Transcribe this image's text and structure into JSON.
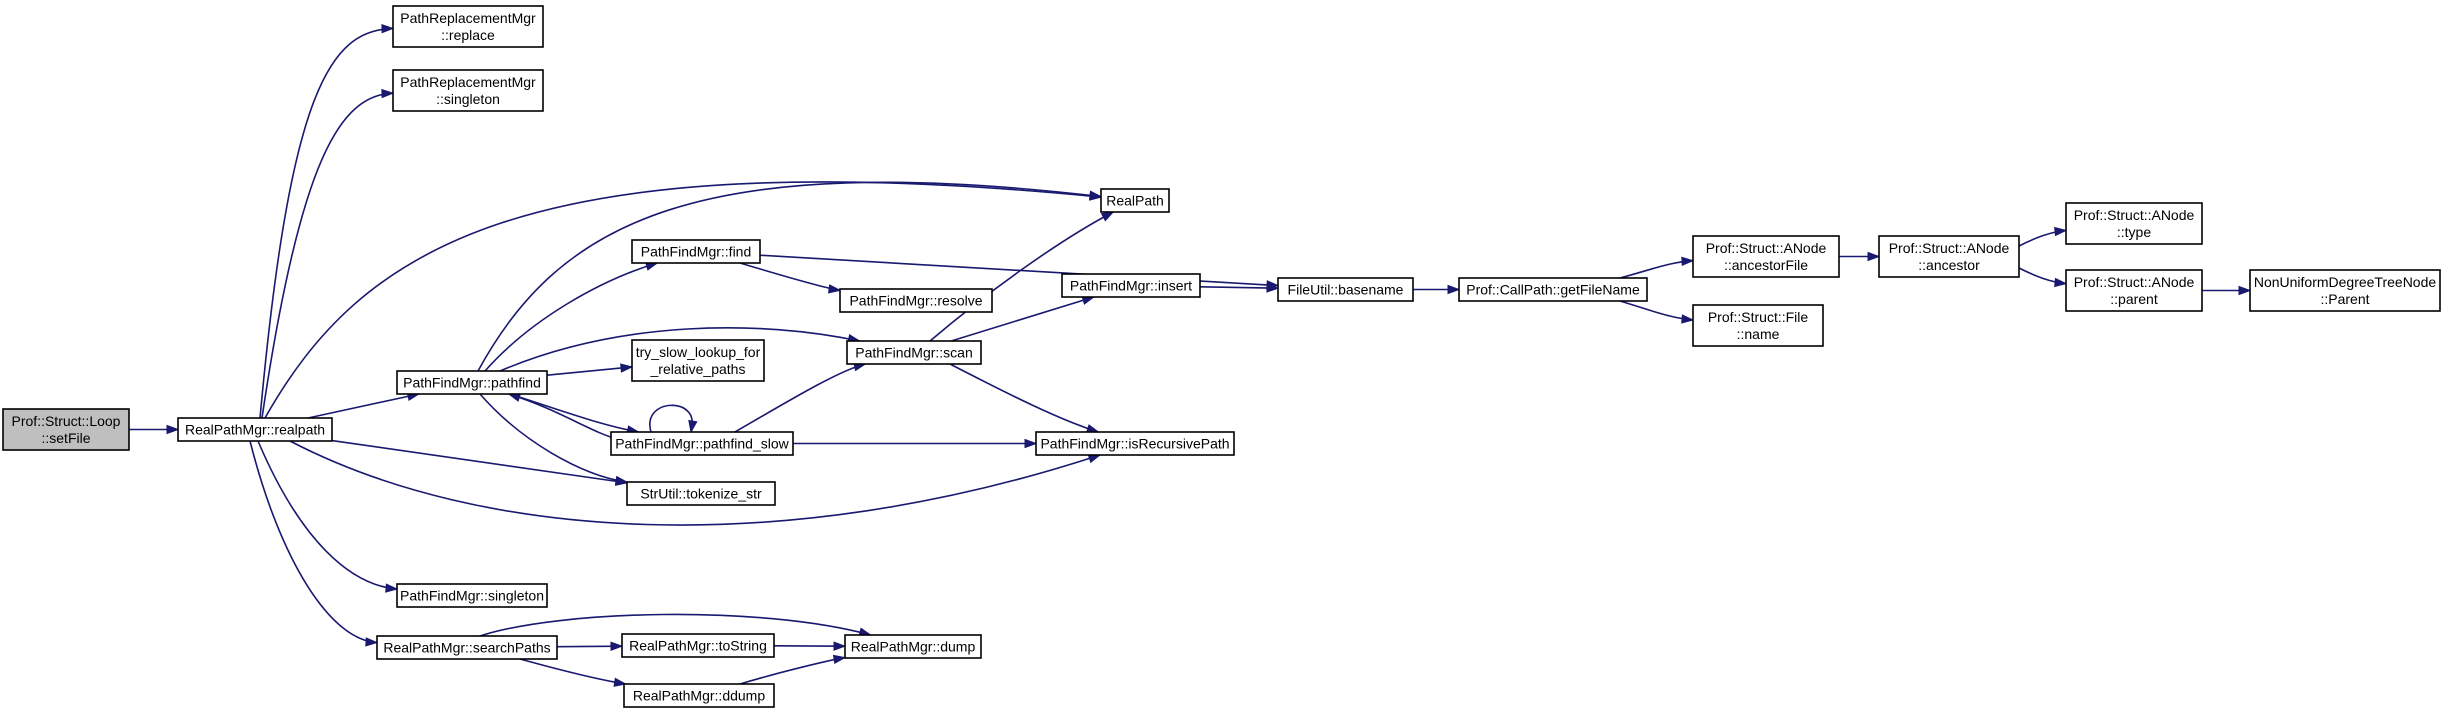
{
  "diagram": {
    "nodes": [
      {
        "id": "loop_setfile",
        "lines": [
          "Prof::Struct::Loop",
          "::setFile"
        ],
        "root": true
      },
      {
        "id": "realpath_mgr",
        "lines": [
          "RealPathMgr::realpath"
        ]
      },
      {
        "id": "prm_replace",
        "lines": [
          "PathReplacementMgr",
          "::replace"
        ]
      },
      {
        "id": "prm_singleton",
        "lines": [
          "PathReplacementMgr",
          "::singleton"
        ]
      },
      {
        "id": "realpath",
        "lines": [
          "RealPath"
        ]
      },
      {
        "id": "pfm_find",
        "lines": [
          "PathFindMgr::find"
        ]
      },
      {
        "id": "pfm_resolve",
        "lines": [
          "PathFindMgr::resolve"
        ]
      },
      {
        "id": "pfm_pathfind",
        "lines": [
          "PathFindMgr::pathfind"
        ]
      },
      {
        "id": "try_slow",
        "lines": [
          "try_slow_lookup_for",
          "_relative_paths"
        ]
      },
      {
        "id": "pfm_scan",
        "lines": [
          "PathFindMgr::scan"
        ]
      },
      {
        "id": "pfm_insert",
        "lines": [
          "PathFindMgr::insert"
        ]
      },
      {
        "id": "pfm_pathfind_slow",
        "lines": [
          "PathFindMgr::pathfind_slow"
        ]
      },
      {
        "id": "pfm_isrecursive",
        "lines": [
          "PathFindMgr::isRecursivePath"
        ]
      },
      {
        "id": "tokenize",
        "lines": [
          "StrUtil::tokenize_str"
        ]
      },
      {
        "id": "pfm_singleton",
        "lines": [
          "PathFindMgr::singleton"
        ]
      },
      {
        "id": "rpm_searchpaths",
        "lines": [
          "RealPathMgr::searchPaths"
        ]
      },
      {
        "id": "rpm_tostring",
        "lines": [
          "RealPathMgr::toString"
        ]
      },
      {
        "id": "rpm_dump",
        "lines": [
          "RealPathMgr::dump"
        ]
      },
      {
        "id": "rpm_ddump",
        "lines": [
          "RealPathMgr::ddump"
        ]
      },
      {
        "id": "basename",
        "lines": [
          "FileUtil::basename"
        ]
      },
      {
        "id": "getfilename",
        "lines": [
          "Prof::CallPath::getFileName"
        ]
      },
      {
        "id": "ancestorfile",
        "lines": [
          "Prof::Struct::ANode",
          "::ancestorFile"
        ]
      },
      {
        "id": "file_name",
        "lines": [
          "Prof::Struct::File",
          "::name"
        ]
      },
      {
        "id": "ancestor",
        "lines": [
          "Prof::Struct::ANode",
          "::ancestor"
        ]
      },
      {
        "id": "type",
        "lines": [
          "Prof::Struct::ANode",
          "::type"
        ]
      },
      {
        "id": "parent",
        "lines": [
          "Prof::Struct::ANode",
          "::parent"
        ]
      },
      {
        "id": "nudt_parent",
        "lines": [
          "NonUniformDegreeTreeNode",
          "::Parent"
        ]
      }
    ],
    "edges": [
      {
        "from": "loop_setfile",
        "to": "realpath_mgr"
      },
      {
        "from": "realpath_mgr",
        "to": "prm_replace"
      },
      {
        "from": "realpath_mgr",
        "to": "prm_singleton"
      },
      {
        "from": "realpath_mgr",
        "to": "realpath"
      },
      {
        "from": "realpath_mgr",
        "to": "pfm_pathfind"
      },
      {
        "from": "realpath_mgr",
        "to": "tokenize"
      },
      {
        "from": "realpath_mgr",
        "to": "pfm_isrecursive"
      },
      {
        "from": "realpath_mgr",
        "to": "pfm_singleton"
      },
      {
        "from": "realpath_mgr",
        "to": "rpm_searchpaths"
      },
      {
        "from": "pfm_pathfind",
        "to": "realpath"
      },
      {
        "from": "pfm_pathfind",
        "to": "pfm_find"
      },
      {
        "from": "pfm_pathfind",
        "to": "pfm_scan"
      },
      {
        "from": "pfm_pathfind",
        "to": "try_slow"
      },
      {
        "from": "pfm_pathfind",
        "to": "pfm_pathfind_slow"
      },
      {
        "from": "pfm_pathfind",
        "to": "tokenize"
      },
      {
        "from": "pfm_pathfind_slow",
        "to": "pfm_pathfind"
      },
      {
        "from": "pfm_pathfind_slow",
        "to": "pfm_pathfind_slow"
      },
      {
        "from": "pfm_pathfind_slow",
        "to": "pfm_scan"
      },
      {
        "from": "pfm_pathfind_slow",
        "to": "pfm_isrecursive"
      },
      {
        "from": "pfm_find",
        "to": "pfm_resolve"
      },
      {
        "from": "pfm_find",
        "to": "basename"
      },
      {
        "from": "pfm_scan",
        "to": "realpath"
      },
      {
        "from": "pfm_scan",
        "to": "pfm_insert"
      },
      {
        "from": "pfm_scan",
        "to": "pfm_isrecursive"
      },
      {
        "from": "pfm_insert",
        "to": "basename"
      },
      {
        "from": "basename",
        "to": "getfilename"
      },
      {
        "from": "getfilename",
        "to": "ancestorfile"
      },
      {
        "from": "getfilename",
        "to": "file_name"
      },
      {
        "from": "ancestorfile",
        "to": "ancestor"
      },
      {
        "from": "ancestor",
        "to": "type"
      },
      {
        "from": "ancestor",
        "to": "parent"
      },
      {
        "from": "parent",
        "to": "nudt_parent"
      },
      {
        "from": "rpm_searchpaths",
        "to": "rpm_tostring"
      },
      {
        "from": "rpm_searchpaths",
        "to": "rpm_dump"
      },
      {
        "from": "rpm_searchpaths",
        "to": "rpm_ddump"
      },
      {
        "from": "rpm_tostring",
        "to": "rpm_dump"
      },
      {
        "from": "rpm_ddump",
        "to": "rpm_dump"
      }
    ]
  }
}
